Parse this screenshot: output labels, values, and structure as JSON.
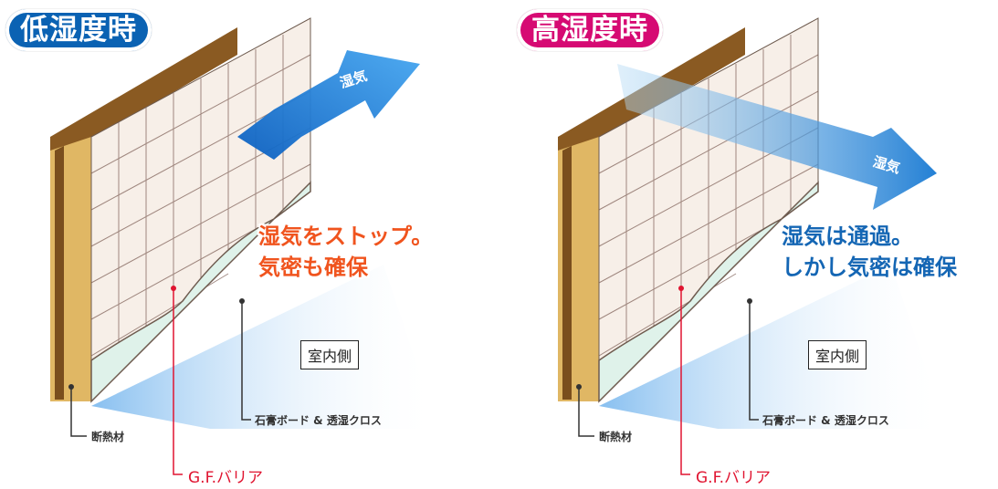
{
  "panels": [
    {
      "badge": "低湿度時",
      "badge_color": "#0a62b3",
      "arrow_label": "湿気",
      "message_lines": [
        "湿気をストップ。",
        "気密も確保"
      ],
      "message_color": "#f0541e",
      "indoor_label": "室内側",
      "board_label": "石膏ボード & 透湿クロス",
      "insulation_label": "断熱材",
      "barrier_label": "G.F.バリア"
    },
    {
      "badge": "高湿度時",
      "badge_color": "#d60a73",
      "arrow_label": "湿気",
      "message_lines": [
        "湿気は通過。",
        "しかし気密は確保"
      ],
      "message_color": "#1466b4",
      "indoor_label": "室内側",
      "board_label": "石膏ボード & 透湿クロス",
      "insulation_label": "断熱材",
      "barrier_label": "G.F.バリア"
    }
  ]
}
